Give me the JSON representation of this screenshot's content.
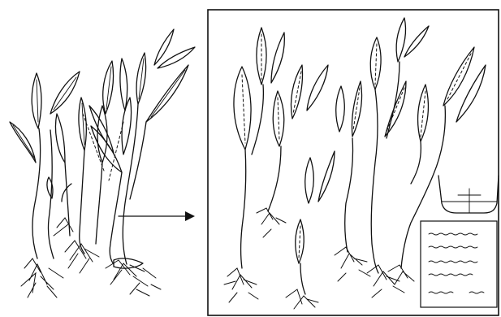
{
  "figure": {
    "left_panel": "clump",
    "right_panel": "separated-plants",
    "arrow": "right-arrow",
    "legend_icon": "container-diagram",
    "legend_text_lines": 5
  }
}
